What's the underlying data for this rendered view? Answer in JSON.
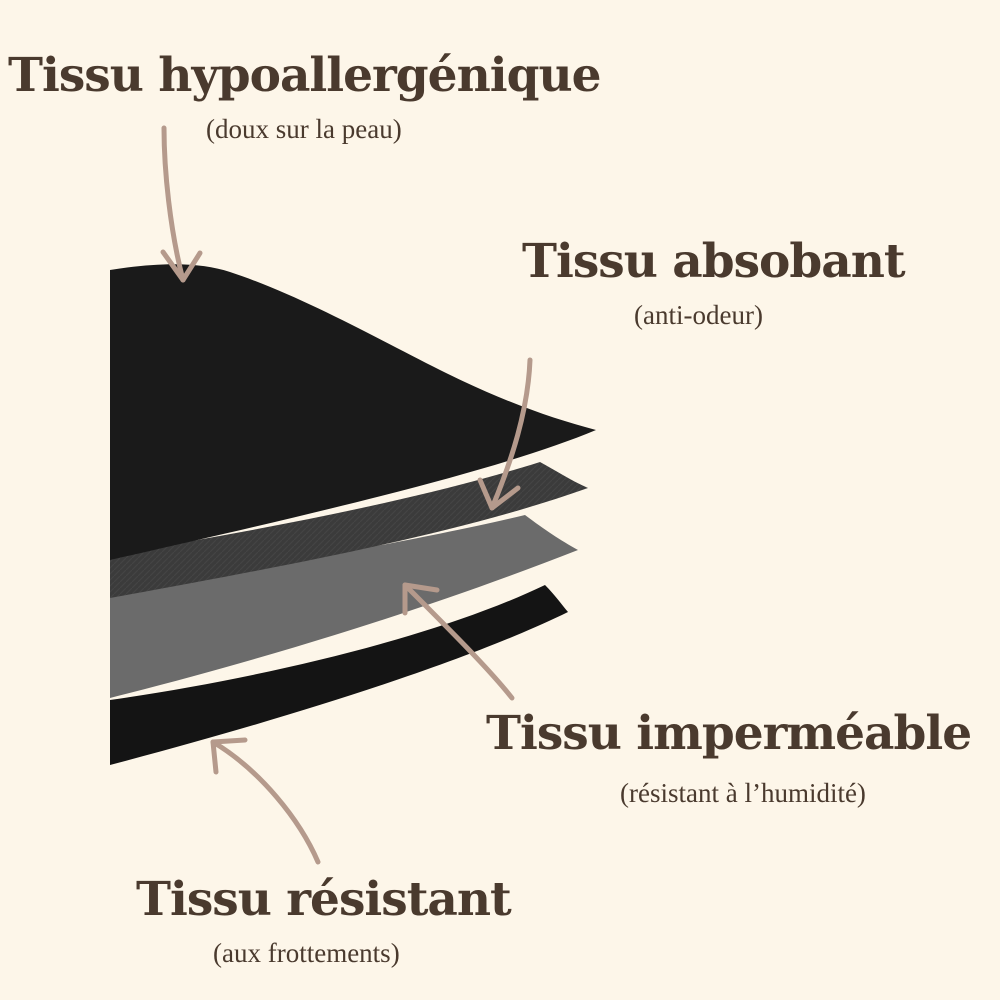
{
  "layers": [
    {
      "id": "hypoallergenic",
      "title": "Tissu hypoallergénique",
      "subtitle": "(doux sur la peau)",
      "color": "#1a1a1a"
    },
    {
      "id": "absorbent",
      "title": "Tissu absobant",
      "subtitle": "(anti-odeur)",
      "color": "#3b3b3b"
    },
    {
      "id": "waterproof",
      "title": "Tissu imperméable",
      "subtitle": "(résistant à l’humidité)",
      "color": "#6b6b6b"
    },
    {
      "id": "resistant",
      "title": "Tissu résistant",
      "subtitle": "(aux frottements)",
      "color": "#141414"
    }
  ],
  "colors": {
    "background": "#fdf6e9",
    "text": "#4a3a2e",
    "arrow": "#b59a8c"
  }
}
